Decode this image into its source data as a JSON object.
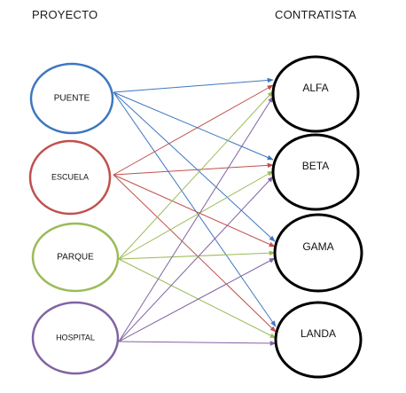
{
  "headings": {
    "left": "PROYECTO",
    "right": "CONTRATISTA"
  },
  "projects": [
    {
      "id": "puente",
      "label": "PUENTE",
      "color": "#3d77c0"
    },
    {
      "id": "escuela",
      "label": "ESCUELA",
      "color": "#c0504d"
    },
    {
      "id": "parque",
      "label": "PARQUE",
      "color": "#9bbb59"
    },
    {
      "id": "hospital",
      "label": "HOSPITAL",
      "color": "#8064a2"
    }
  ],
  "contractors": [
    {
      "id": "alfa",
      "label": "ALFA",
      "color": "#000000"
    },
    {
      "id": "beta",
      "label": "BETA",
      "color": "#000000"
    },
    {
      "id": "gama",
      "label": "GAMA",
      "color": "#000000"
    },
    {
      "id": "landa",
      "label": "LANDA",
      "color": "#000000"
    }
  ],
  "edges": [
    {
      "from": "puente",
      "to": "alfa"
    },
    {
      "from": "puente",
      "to": "beta"
    },
    {
      "from": "puente",
      "to": "gama"
    },
    {
      "from": "puente",
      "to": "landa"
    },
    {
      "from": "escuela",
      "to": "alfa"
    },
    {
      "from": "escuela",
      "to": "beta"
    },
    {
      "from": "escuela",
      "to": "gama"
    },
    {
      "from": "escuela",
      "to": "landa"
    },
    {
      "from": "parque",
      "to": "alfa"
    },
    {
      "from": "parque",
      "to": "beta"
    },
    {
      "from": "parque",
      "to": "gama"
    },
    {
      "from": "parque",
      "to": "landa"
    },
    {
      "from": "hospital",
      "to": "alfa"
    },
    {
      "from": "hospital",
      "to": "beta"
    },
    {
      "from": "hospital",
      "to": "gama"
    },
    {
      "from": "hospital",
      "to": "landa"
    }
  ]
}
